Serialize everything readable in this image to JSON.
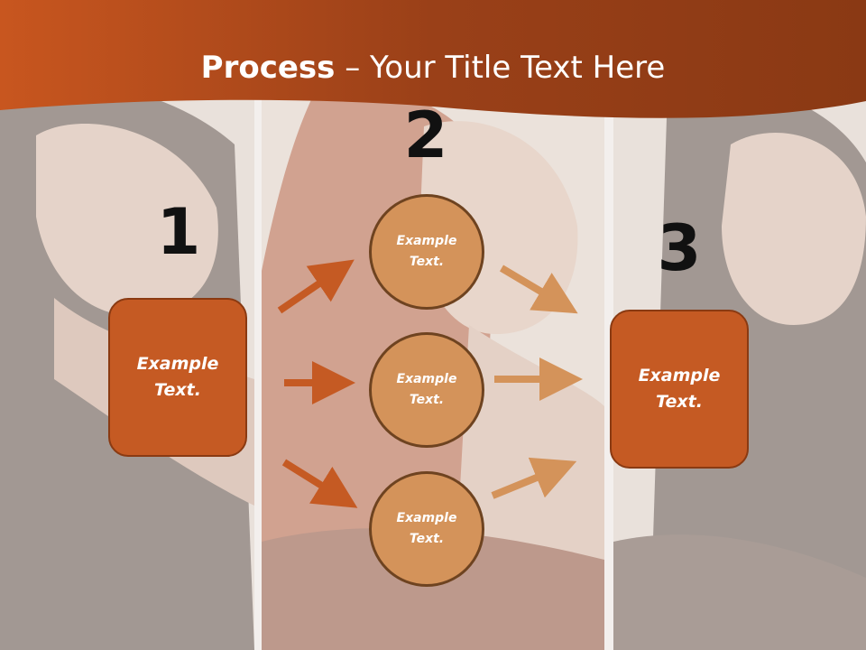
{
  "title": {
    "bold": "Process",
    "separator": " – ",
    "rest": "Your Title Text Here"
  },
  "steps": [
    {
      "number": "1",
      "text": "Example Text."
    },
    {
      "number": "2"
    },
    {
      "number": "3",
      "text": "Example Text."
    }
  ],
  "circles": [
    {
      "text": "Example Text."
    },
    {
      "text": "Example Text."
    },
    {
      "text": "Example Text."
    }
  ],
  "colors": {
    "banner": "#a84a1c",
    "box": "#c55a23",
    "circle": "#d4935a",
    "arrow_left": "#c55a23",
    "arrow_right": "#d4935a"
  }
}
